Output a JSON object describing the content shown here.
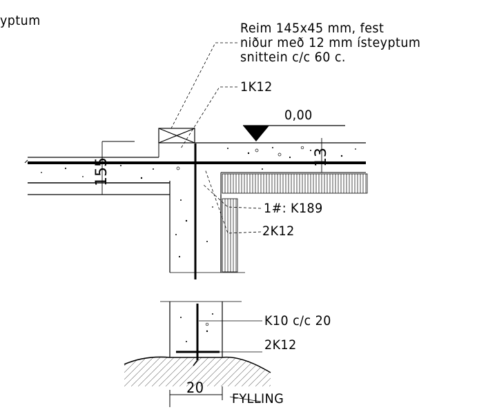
{
  "labels": {
    "top_left_fragment": "yptum",
    "reim_line1": "Reim 145x45 mm, fest",
    "reim_line2": "niður með 12 mm ísteyptum",
    "reim_line3": "snittein c/c 60 c.",
    "rebar_1k12": "1K12",
    "level": "0,00",
    "slab_ref": "1#: K189",
    "rebar_2k12_upper": "2K12",
    "stirrups": "K10 c/c 20",
    "rebar_2k12_lower": "2K12",
    "width_dim": "20",
    "fill": "FYLLING",
    "dim_155": "155",
    "dim_13": "13"
  },
  "colors": {
    "ink": "#000000",
    "paper": "#ffffff"
  }
}
